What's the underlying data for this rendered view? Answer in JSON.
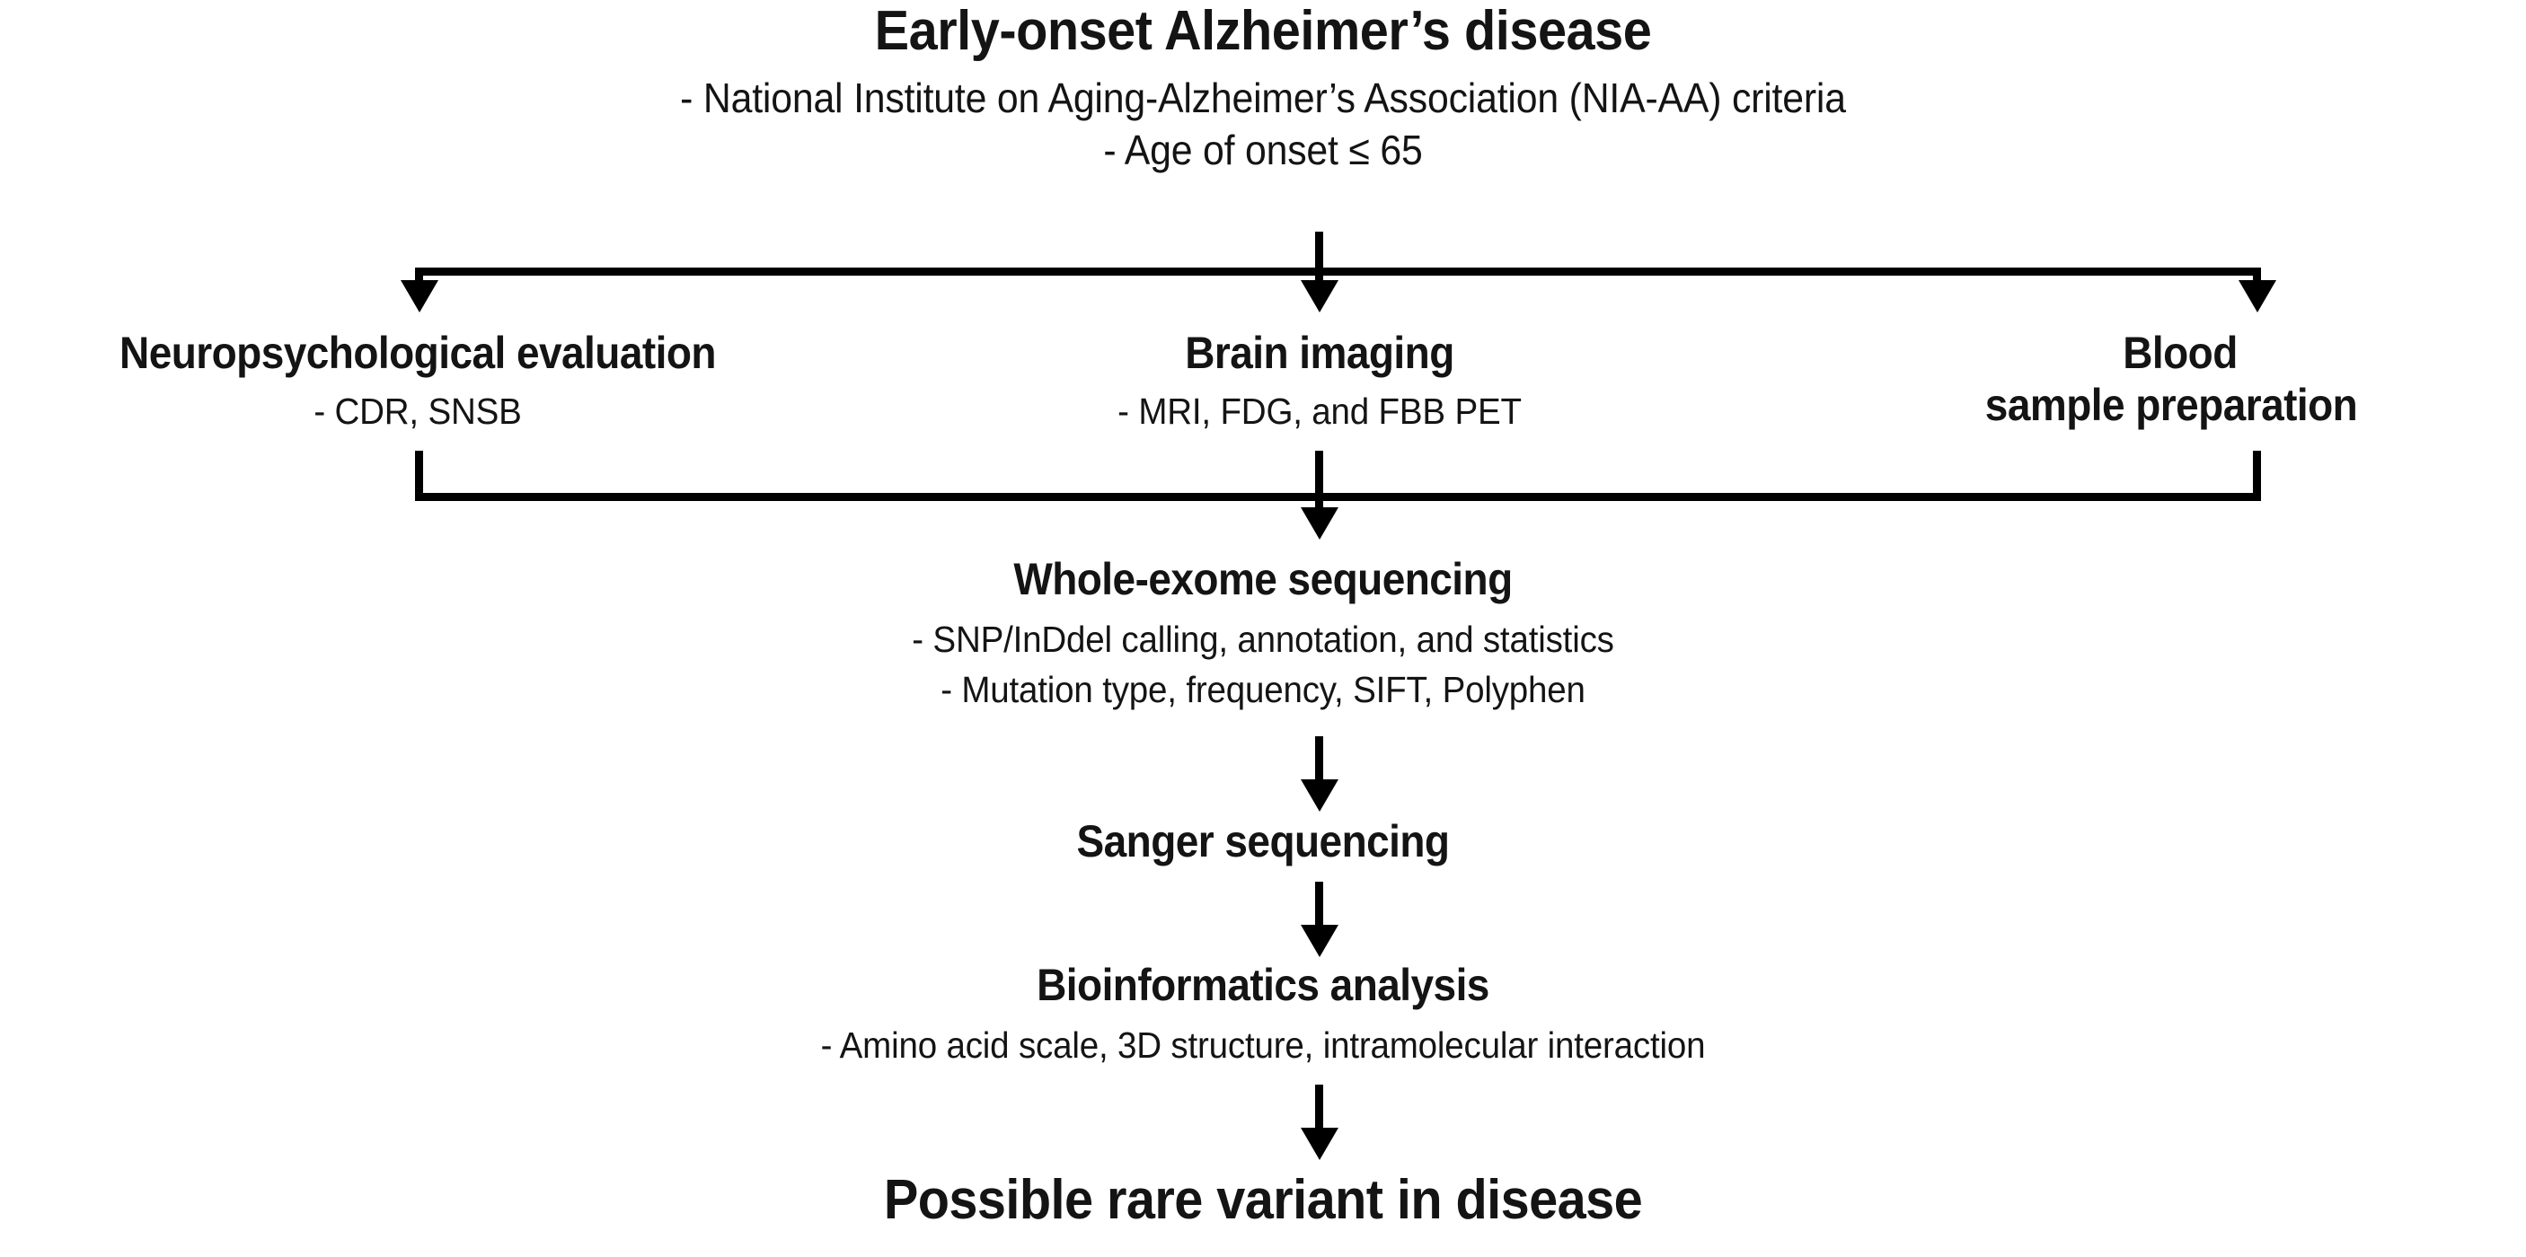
{
  "figure": {
    "kind": "flowchart",
    "orientation": "top-down",
    "background_color": "#ffffff",
    "line_color": "#000000",
    "text_color": "#141414"
  },
  "nodes": {
    "root": {
      "title": "Early-onset Alzheimer’s disease",
      "bullets": [
        "- National Institute on Aging-Alzheimer’s Association (NIA-AA) criteria",
        "- Age of onset ≤ 65"
      ]
    },
    "branch_left": {
      "title": "Neuropsychological evaluation",
      "bullets": [
        "- CDR, SNSB"
      ]
    },
    "branch_center": {
      "title": "Brain imaging",
      "bullets": [
        "- MRI, FDG, and FBB PET"
      ]
    },
    "branch_right": {
      "title_line1": "Blood",
      "title_line2": "sample preparation",
      "bullets": []
    },
    "wes": {
      "title": "Whole-exome sequencing",
      "bullets": [
        "- SNP/InDdel calling, annotation, and statistics",
        "- Mutation type, frequency, SIFT, Polyphen"
      ]
    },
    "sanger": {
      "title": "Sanger sequencing",
      "bullets": []
    },
    "bioinformatics": {
      "title": "Bioinformatics analysis",
      "bullets": [
        "- Amino acid scale, 3D structure, intramolecular interaction"
      ]
    },
    "outcome": {
      "title": "Possible rare variant in disease"
    }
  },
  "edges": [
    {
      "from": "root",
      "to": "branch_left",
      "style": "elbow-split-down"
    },
    {
      "from": "root",
      "to": "branch_center",
      "style": "straight-down"
    },
    {
      "from": "root",
      "to": "branch_right",
      "style": "elbow-split-down"
    },
    {
      "from": "branch_left",
      "to": "wes",
      "style": "elbow-merge-down"
    },
    {
      "from": "branch_center",
      "to": "wes",
      "style": "straight-down"
    },
    {
      "from": "branch_right",
      "to": "wes",
      "style": "elbow-merge-down"
    },
    {
      "from": "wes",
      "to": "sanger",
      "style": "straight-down"
    },
    {
      "from": "sanger",
      "to": "bioinformatics",
      "style": "straight-down"
    },
    {
      "from": "bioinformatics",
      "to": "outcome",
      "style": "straight-down"
    }
  ]
}
